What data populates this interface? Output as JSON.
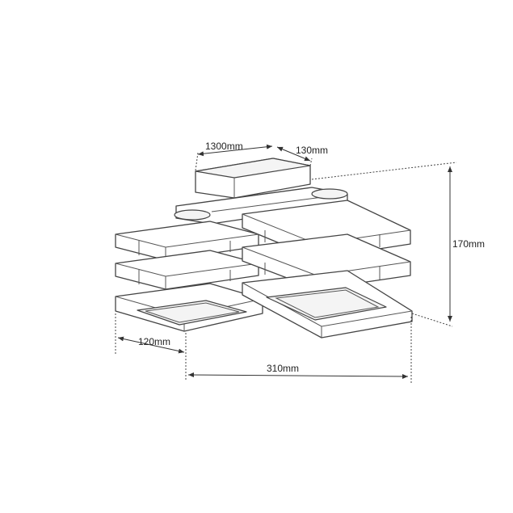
{
  "dimensions": {
    "canopy_length": "1300mm",
    "canopy_depth": "130mm",
    "height": "170mm",
    "shade_width": "120mm",
    "total_width": "310mm"
  },
  "colors": {
    "line": "#444444",
    "text": "#222222",
    "background": "#ffffff"
  }
}
